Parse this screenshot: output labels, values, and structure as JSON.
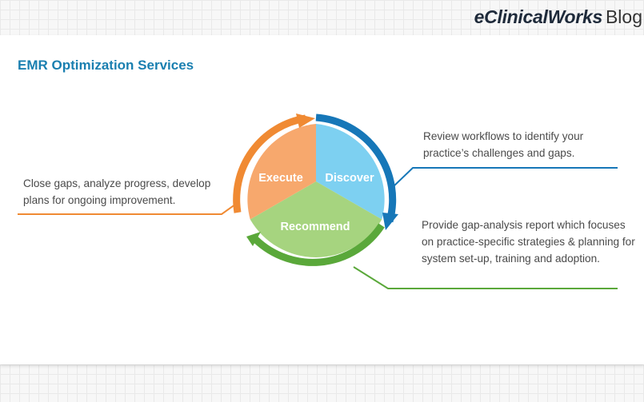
{
  "header": {
    "brand": "eClinicalWorks",
    "section": "Blog"
  },
  "panel": {
    "title": "EMR Optimization Services"
  },
  "cycle": {
    "segments": [
      {
        "label": "Discover",
        "color": "#7dd0f1",
        "arrow_color": "#1677b8",
        "description": "Review workflows to identify your practice’s challenges and gaps."
      },
      {
        "label": "Recommend",
        "color": "#a6d47f",
        "arrow_color": "#5aa83a",
        "description": "Provide gap-analysis report which focuses on practice-specific strategies & planning for system set-up, training and adoption."
      },
      {
        "label": "Execute",
        "color": "#f7a86d",
        "arrow_color": "#f08a33",
        "description": "Close gaps, analyze progress, develop plans for ongoing improvement."
      }
    ]
  }
}
